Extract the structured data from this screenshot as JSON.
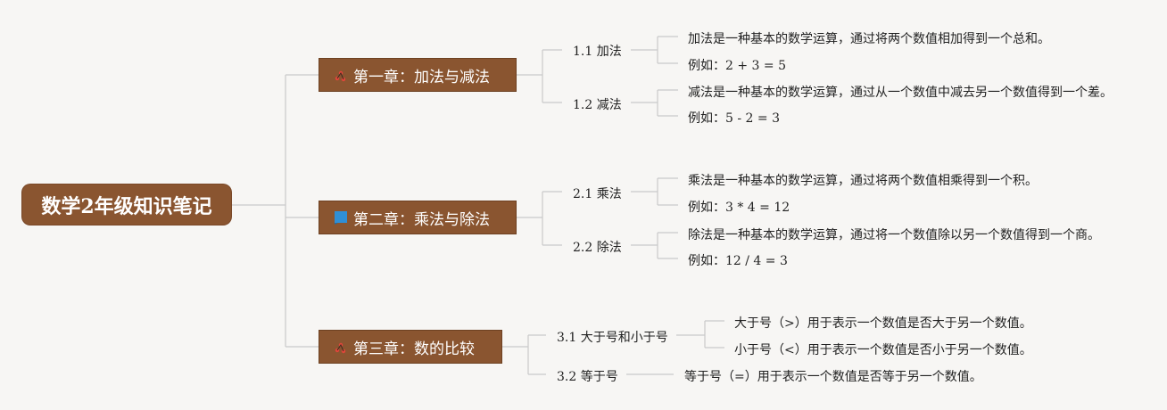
{
  "root": {
    "label": "数学2年级知识笔记"
  },
  "chapters": [
    {
      "label": "第一章：加法与减法",
      "icon": "ladybug-icon",
      "sections": [
        {
          "label": "1.1 加法",
          "notes": [
            "加法是一种基本的数学运算，通过将两个数值相加得到一个总和。",
            "例如：2 + 3 = 5"
          ]
        },
        {
          "label": "1.2 减法",
          "notes": [
            "减法是一种基本的数学运算，通过从一个数值中减去另一个数值得到一个差。",
            "例如：5 - 2 = 3"
          ]
        }
      ]
    },
    {
      "label": "第二章：乘法与除法",
      "icon": "blue-flag-icon",
      "sections": [
        {
          "label": "2.1 乘法",
          "notes": [
            "乘法是一种基本的数学运算，通过将两个数值相乘得到一个积。",
            "例如：3 * 4 = 12"
          ]
        },
        {
          "label": "2.2 除法",
          "notes": [
            "除法是一种基本的数学运算，通过将一个数值除以另一个数值得到一个商。",
            "例如：12 / 4 = 3"
          ]
        }
      ]
    },
    {
      "label": "第三章：数的比较",
      "icon": "ladybug-icon",
      "sections": [
        {
          "label": "3.1 大于号和小于号",
          "notes": [
            "大于号（>）用于表示一个数值是否大于另一个数值。",
            "小于号（<）用于表示一个数值是否小于另一个数值。"
          ]
        },
        {
          "label": "3.2 等于号",
          "notes": [
            "等于号（=）用于表示一个数值是否等于另一个数值。"
          ]
        }
      ]
    }
  ],
  "colors": {
    "node_fill": "#8a5530",
    "line": "#c9c9c9",
    "background": "#f7f6f4"
  }
}
